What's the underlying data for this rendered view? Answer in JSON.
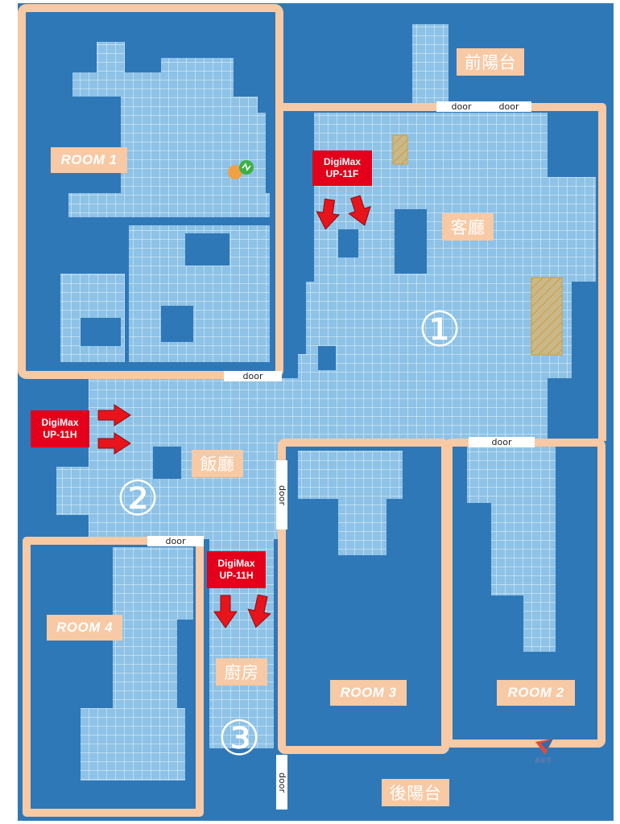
{
  "rooms": {
    "room1": "ROOM 1",
    "room2": "ROOM 2",
    "room3": "ROOM 3",
    "room4": "ROOM 4",
    "living_room": "客廳",
    "dining_room": "飯廳",
    "kitchen": "廚房",
    "front_balcony": "前陽台",
    "back_balcony": "後陽台"
  },
  "doors": {
    "label": "door"
  },
  "devices": {
    "living": {
      "line1": "DigiMax",
      "line2": "UP-11F"
    },
    "dining": {
      "line1": "DigiMax",
      "line2": "UP-11H"
    },
    "kitchen": {
      "line1": "DigiMax",
      "line2": "UP-11H"
    }
  },
  "zones": {
    "zone1": "①",
    "zone2": "②",
    "zone3": "③"
  },
  "watermark": "鑫部落",
  "colors": {
    "background": "#2f78b8",
    "floor": "#8ec2e6",
    "grid": "#c9e2f4",
    "wall": "#f7c9a4",
    "device": "#e4001b",
    "arrow": "#e8141c"
  }
}
